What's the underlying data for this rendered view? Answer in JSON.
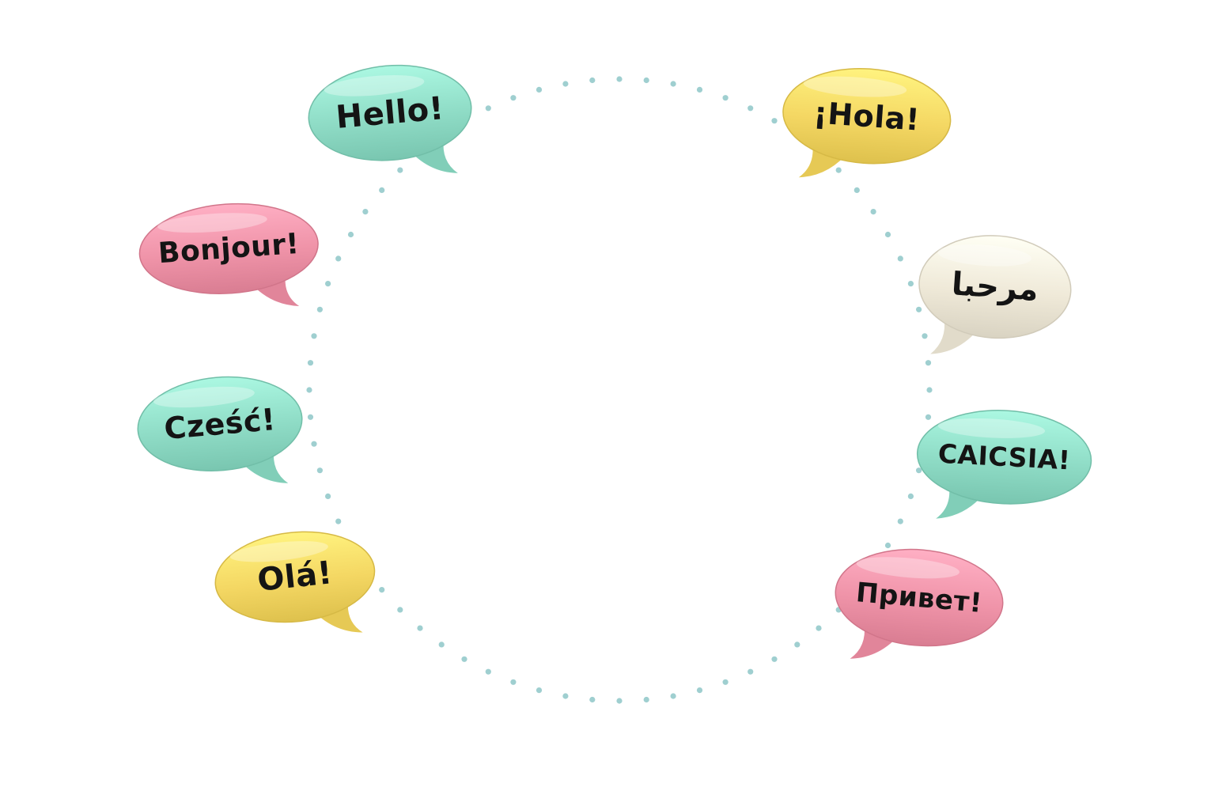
{
  "colors": {
    "mint": "#8fdcc6",
    "pink": "#ef93a8",
    "yellow": "#f4d763",
    "cream": "#efe9d8",
    "dots": "#9fcfd0",
    "text": "#141414"
  },
  "greetings": [
    {
      "text": "Hello!",
      "color": "mint"
    },
    {
      "text": "Bonjour!",
      "color": "pink"
    },
    {
      "text": "Cześć!",
      "color": "mint"
    },
    {
      "text": "Olá!",
      "color": "yellow"
    },
    {
      "text": "¡Hola!",
      "color": "yellow"
    },
    {
      "text": "مرحبا",
      "color": "cream"
    },
    {
      "text": "CAICSIA!",
      "color": "mint"
    },
    {
      "text": "Привет!",
      "color": "pink"
    }
  ]
}
